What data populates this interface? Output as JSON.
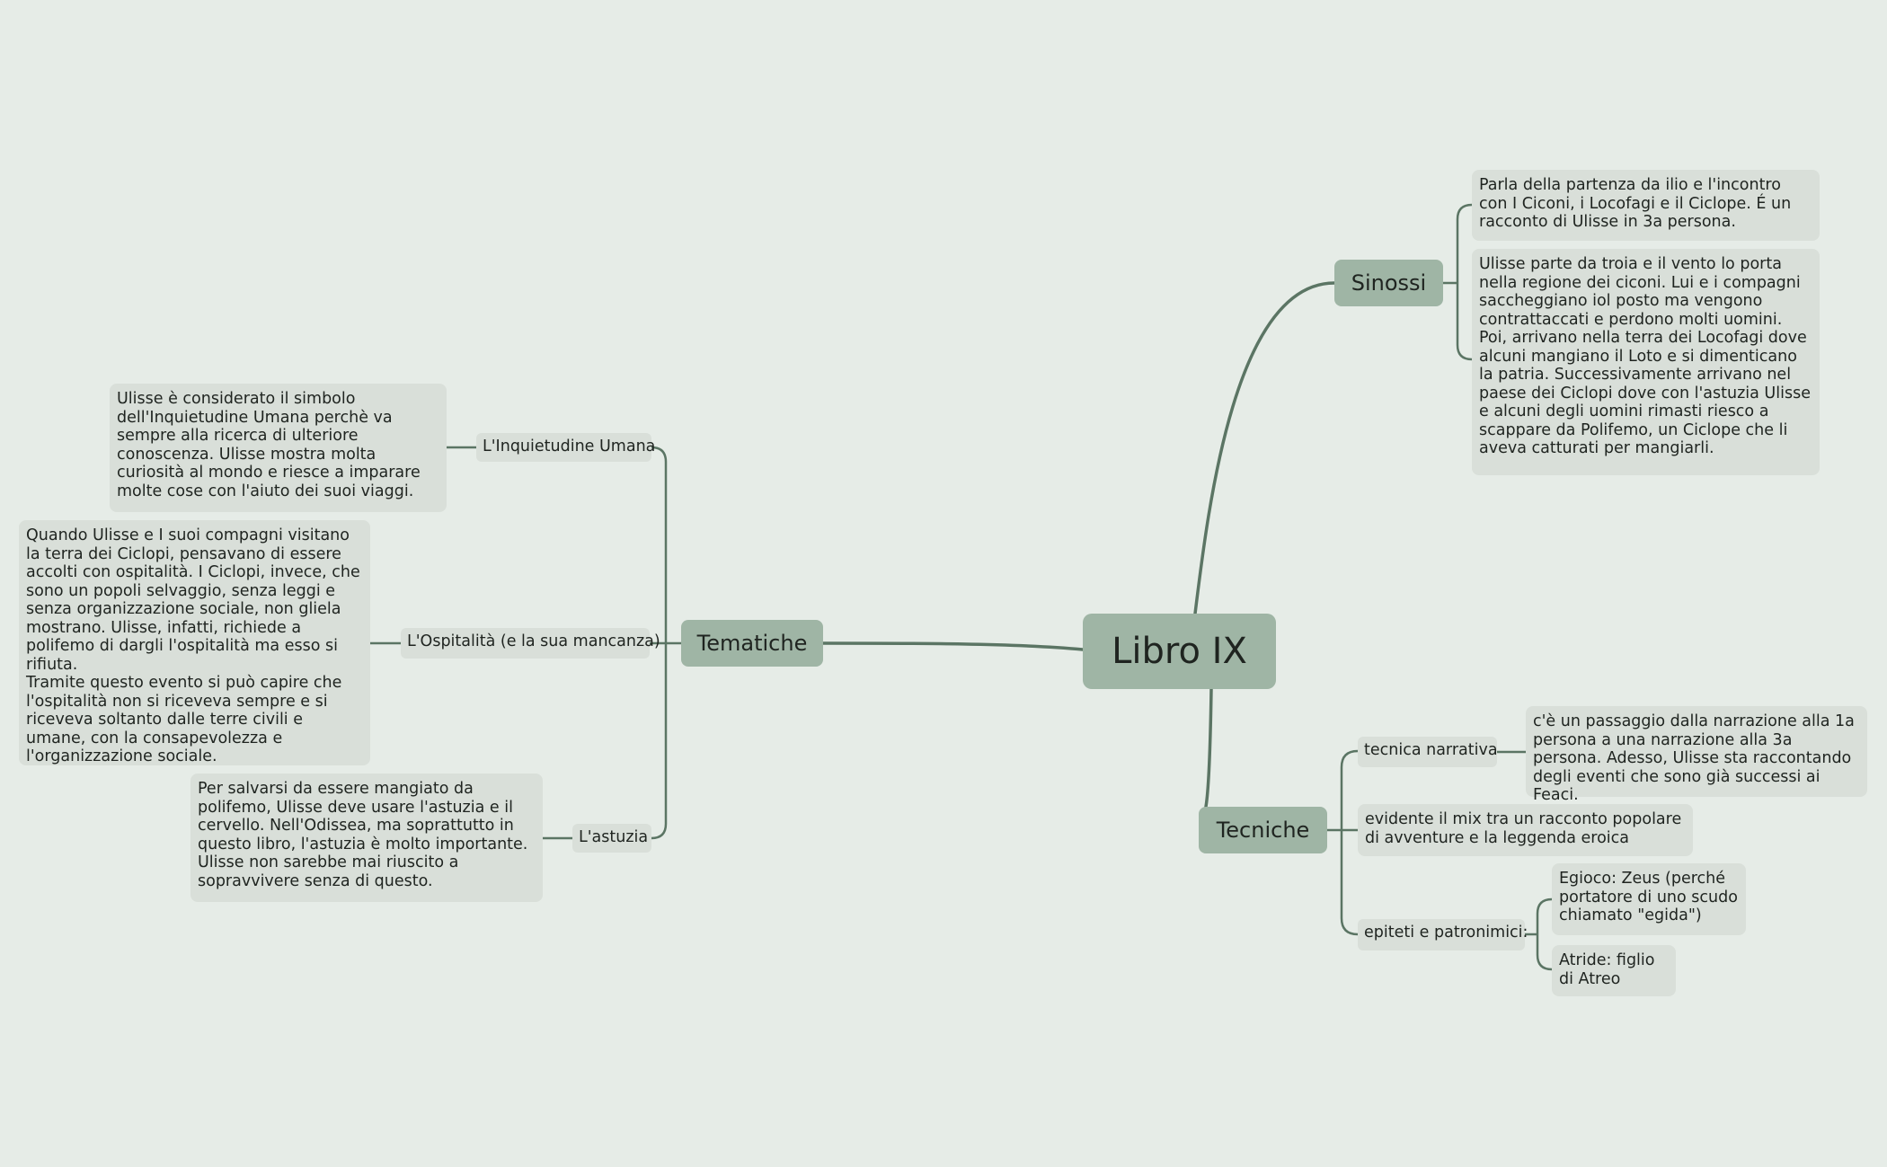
{
  "colors": {
    "background": "#e6ece7",
    "main_node": "#9fb5a5",
    "leaf_node": "#d9dfd9",
    "connector": "#5b7564"
  },
  "central": {
    "label": "Libro IX"
  },
  "sinossi": {
    "label": "Sinossi",
    "leaves": [
      "Parla della partenza da ilio e l'incontro con I Ciconi, i Locofagi e il Ciclope. É un racconto di Ulisse in 3a persona.",
      "Ulisse parte da troia e il vento lo porta nella regione dei ciconi. Lui e i compagni saccheggiano iol posto ma vengono contrattaccati e perdono molti uomini. Poi, arrivano nella terra dei Locofagi dove alcuni mangiano il Loto e si dimenticano la patria. Successivamente arrivano nel paese dei Ciclopi dove con l'astuzia Ulisse e alcuni degli uomini rimasti riesco a scappare da Polifemo, un Ciclope che li aveva catturati per mangiarli."
    ]
  },
  "tematiche": {
    "label": "Tematiche",
    "topics": [
      {
        "label": "L'Inquietudine Umana",
        "text": "Ulisse è considerato il simbolo dell'Inquietudine Umana perchè va sempre alla ricerca di ulteriore conoscenza. Ulisse mostra molta curiosità al mondo e riesce a imparare molte cose con l'aiuto dei suoi viaggi."
      },
      {
        "label": "L'Ospitalità (e la sua mancanza)",
        "text": "Quando Ulisse e I suoi compagni visitano la terra dei Ciclopi, pensavano di essere accolti con ospitalità. I Ciclopi, invece, che sono un popoli selvaggio, senza leggi e senza organizzazione sociale, non gliela mostrano. Ulisse, infatti, richiede a polifemo di dargli l'ospitalità ma esso si rifiuta.\nTramite questo evento si può capire che l'ospitalità non si riceveva sempre e si riceveva soltanto dalle terre civili e umane, con la consapevolezza e l'organizzazione sociale."
      },
      {
        "label": "L'astuzia",
        "text": "Per salvarsi da essere mangiato da polifemo, Ulisse deve usare l'astuzia e il cervello. Nell'Odissea, ma soprattutto in questo libro, l'astuzia è molto importante. Ulisse non sarebbe mai riuscito a sopravvivere senza di questo."
      }
    ]
  },
  "tecniche": {
    "label": "Tecniche",
    "items": [
      {
        "label": "tecnica narrativa",
        "text": "c'è un passaggio dalla narrazione alla 1a persona a una narrazione alla 3a persona. Adesso, Ulisse sta raccontando degli eventi che sono già successi ai Feaci."
      },
      {
        "label": "evidente il mix tra un racconto popolare di avventure e la leggenda eroica"
      },
      {
        "label": "epiteti e patronimici:",
        "leaves": [
          "Egioco: Zeus (perché portatore di uno scudo chiamato \"egida\")",
          "Atride: figlio di Atreo"
        ]
      }
    ]
  }
}
